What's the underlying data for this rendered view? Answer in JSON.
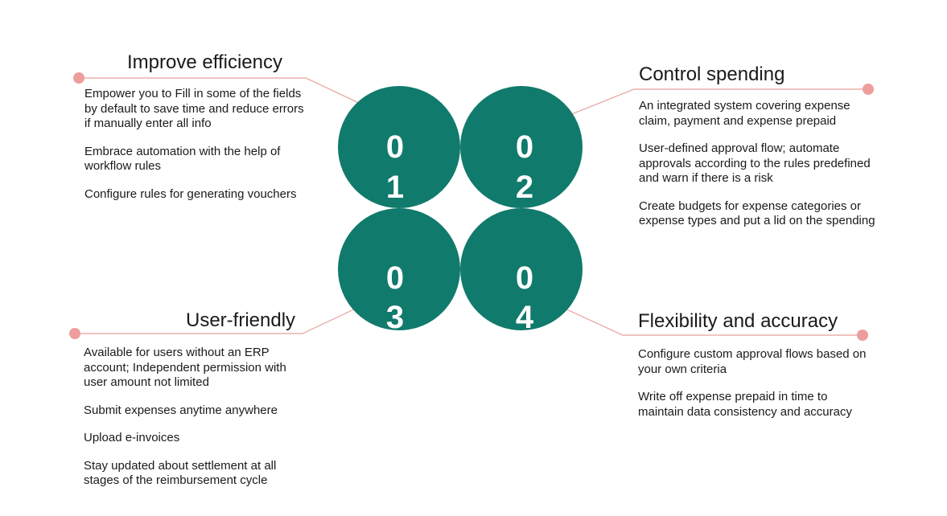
{
  "colors": {
    "circle_fill": "#107a6c",
    "connector": "#e8a09c",
    "dot": "#ee9d9d",
    "text": "#1a1a1a"
  },
  "circles": [
    {
      "digit_top": "0",
      "digit_bottom": "1"
    },
    {
      "digit_top": "0",
      "digit_bottom": "2"
    },
    {
      "digit_top": "0",
      "digit_bottom": "3"
    },
    {
      "digit_top": "0",
      "digit_bottom": "4"
    }
  ],
  "sections": {
    "top_left": {
      "title": "Improve efficiency",
      "items": [
        "Empower you to Fill in some of the fields by default to save time and reduce errors if manually enter all info",
        "Embrace automation with the help of workflow rules",
        "Configure rules for generating vouchers"
      ]
    },
    "top_right": {
      "title": "Control spending",
      "items": [
        "An integrated system covering expense claim, payment and expense prepaid",
        "User-defined approval flow; automate approvals according to the rules predefined and warn if there is a risk",
        "Create budgets for expense categories or expense types and put a lid on the spending"
      ]
    },
    "bottom_left": {
      "title": "User-friendly",
      "items": [
        "Available for users without an ERP account; Independent  permission with user amount not limited",
        "Submit expenses anytime anywhere",
        "Upload e-invoices",
        "Stay updated about settlement at all stages of the reimbursement cycle"
      ]
    },
    "bottom_right": {
      "title": "Flexibility and accuracy",
      "items": [
        "Configure custom approval flows based on your own criteria",
        "Write off expense prepaid in time to maintain data consistency and accuracy"
      ]
    }
  }
}
